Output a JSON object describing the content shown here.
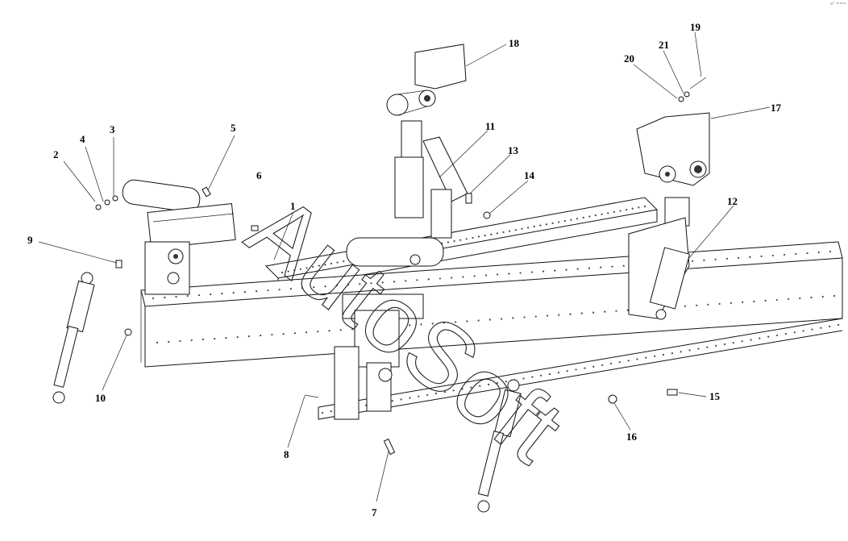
{
  "diagram": {
    "corner_mark": "a° ===",
    "watermark": "AutoSoft",
    "callouts": [
      "1",
      "2",
      "3",
      "4",
      "5",
      "6",
      "7",
      "8",
      "9",
      "10",
      "11",
      "12",
      "13",
      "14",
      "15",
      "16",
      "17",
      "18",
      "19",
      "20",
      "21"
    ]
  }
}
